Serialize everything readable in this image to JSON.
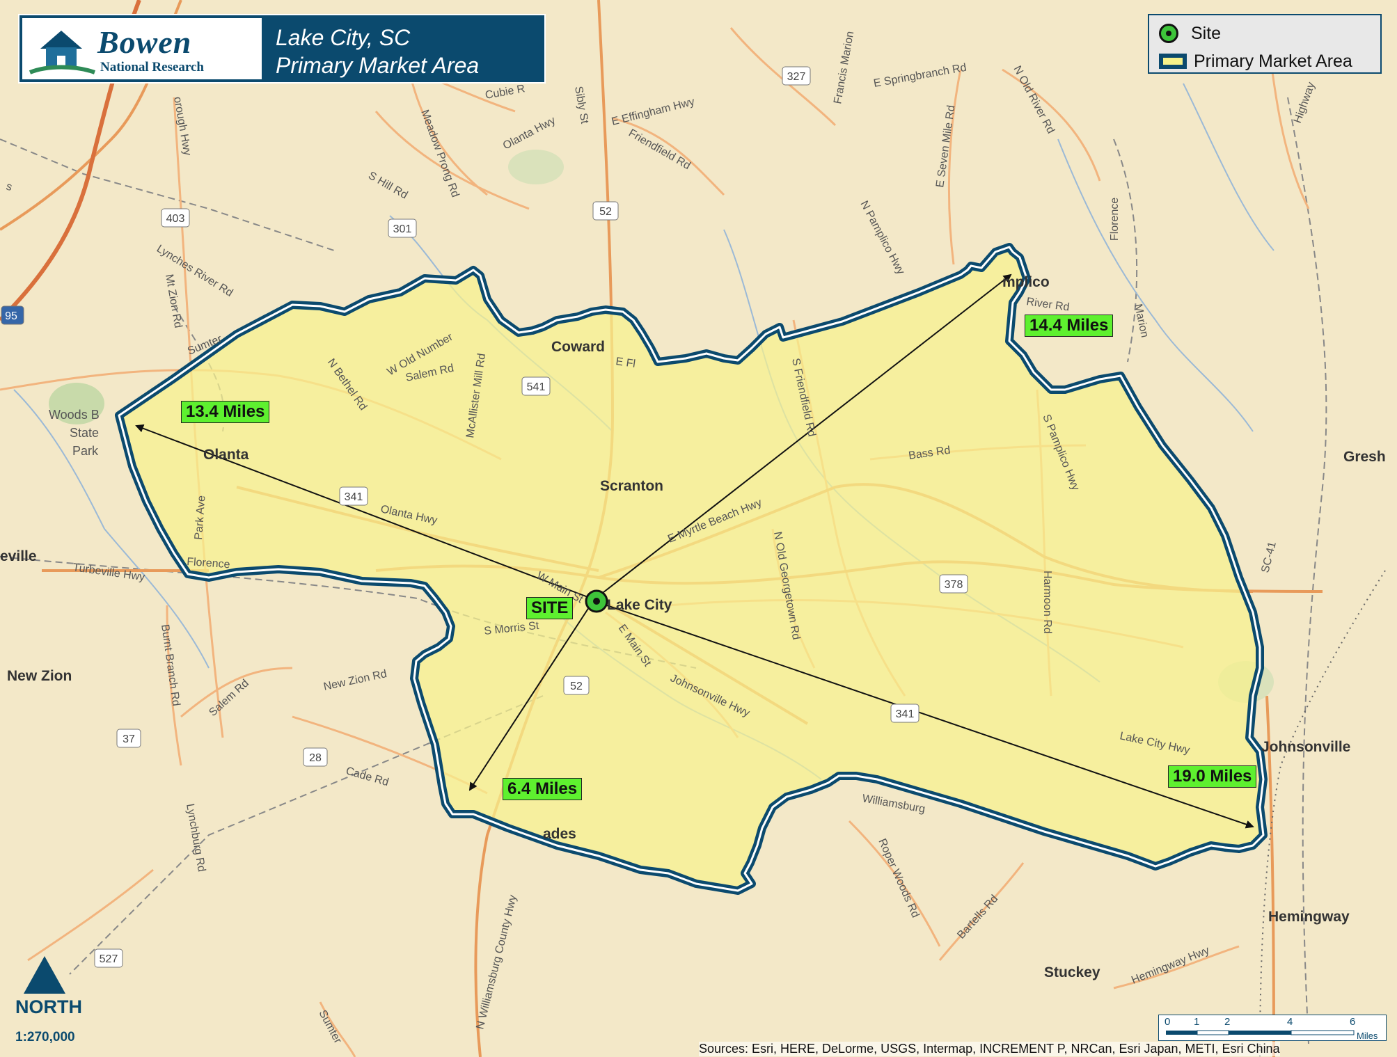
{
  "title": {
    "logo_name": "Bowen",
    "logo_sub": "National Research",
    "line1": "Lake City, SC",
    "line2": "Primary Market Area"
  },
  "legend": {
    "site_label": "Site",
    "pma_label": "Primary Market Area"
  },
  "site_label": "SITE",
  "distances": [
    "13.4 Miles",
    "14.4 Miles",
    "6.4 Miles",
    "19.0 Miles"
  ],
  "places": {
    "coward": "Coward",
    "scranton": "Scranton",
    "lake_city": "Lake City",
    "olanta": "Olanta",
    "new_zion": "New Zion",
    "johnsonville": "Johnsonville",
    "hemingway": "Hemingway",
    "stuckey": "Stuckey",
    "gresham": "Gresh",
    "ville": "eville",
    "cades": "ades",
    "pamplico": "mplico",
    "woods_bay": "Woods B",
    "state": "State",
    "park": "Park"
  },
  "roads": {
    "olanta_hwy_n": "Olanta Hwy",
    "e_effingham": "E Effingham Hwy",
    "friendfield_rd": "Friendfield Rd",
    "sibly_st": "Sibly St",
    "meadow_prong": "Meadow Prong Rd",
    "s_hill_rd": "S Hill Rd",
    "lynches_river": "Lynches River Rd",
    "mt_zion": "Mt Zion Rd",
    "w_old_number": "W Old Number",
    "salem_rd_n": "Salem Rd",
    "n_bethel": "N Bethel Rd",
    "mcallister": "McAllister Mill Rd",
    "n_pamplico": "N Pamplico Hwy",
    "e_seven_mile": "E Seven Mile Rd",
    "e_springbranch": "E Springbranch Rd",
    "n_old_river": "N Old River Rd",
    "francis_marion": "Francis Marion",
    "s_friendfield": "S Friendfield Rd",
    "bass_rd": "Bass Rd",
    "s_pamplico": "S Pamplico Hwy",
    "e_myrtle": "E Myrtle Beach Hwy",
    "olanta_hwy_s": "Olanta Hwy",
    "park_ave": "Park Ave",
    "turbeville": "Turbeville Hwy",
    "florence": "Florence",
    "sumter": "Sumter",
    "w_main": "W Main St",
    "s_morris": "S Morris St",
    "e_main": "E Main St",
    "johnsonville_hwy": "Johnsonville Hwy",
    "n_old_georgetown": "N Old Georgetown Rd",
    "harmoon": "Harmoon Rd",
    "lake_city_hwy": "Lake City Hwy",
    "new_zion_rd": "New Zion Rd",
    "salem_rd_s": "Salem Rd",
    "burnt_branch": "Burnt Branch Rd",
    "cade_rd": "Cade Rd",
    "lynchburg": "Lynchburg Rd",
    "n_williamsburg": "N Williamsburg County Hwy",
    "williamsburg": "Williamsburg",
    "roper_woods": "Roper Woods Rd",
    "bartells": "Bartells Rd",
    "hemingway_hwy": "Hemingway Hwy",
    "sc41": "SC-41",
    "highway": "Highway",
    "sumter_s": "Sumter",
    "cubie": "Cubie R",
    "river_rd": "River Rd",
    "florence_e": "Florence",
    "marion": "Marion",
    "n_e_fl": "E Fl",
    "orough": "orough Hwy",
    "elev": "s"
  },
  "shields": [
    "327",
    "52",
    "403",
    "301",
    "541",
    "341",
    "378",
    "52",
    "341",
    "37",
    "28",
    "527",
    "95"
  ],
  "north_label": "NORTH",
  "scale_ratio": "1:270,000",
  "scalebar": {
    "ticks": [
      "0",
      "1",
      "2",
      "4",
      "6"
    ],
    "unit": "Miles"
  },
  "sources": "Sources: Esri, HERE, DeLorme, USGS, Intermap, INCREMENT P, NRCan, Esri Japan, METI, Esri China"
}
